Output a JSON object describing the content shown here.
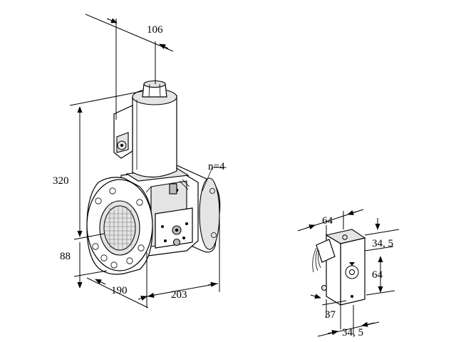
{
  "valve_view": {
    "dim_top": "106",
    "dim_height": "320",
    "dim_bottom": "88",
    "dim_depth": "190",
    "dim_length": "203",
    "bolts_label": "n=4"
  },
  "detail_view": {
    "dim_width": "64",
    "dim_offset_top": "34, 5",
    "dim_height": "64",
    "dim_depth": "37",
    "dim_offset_bottom": "34, 5"
  }
}
